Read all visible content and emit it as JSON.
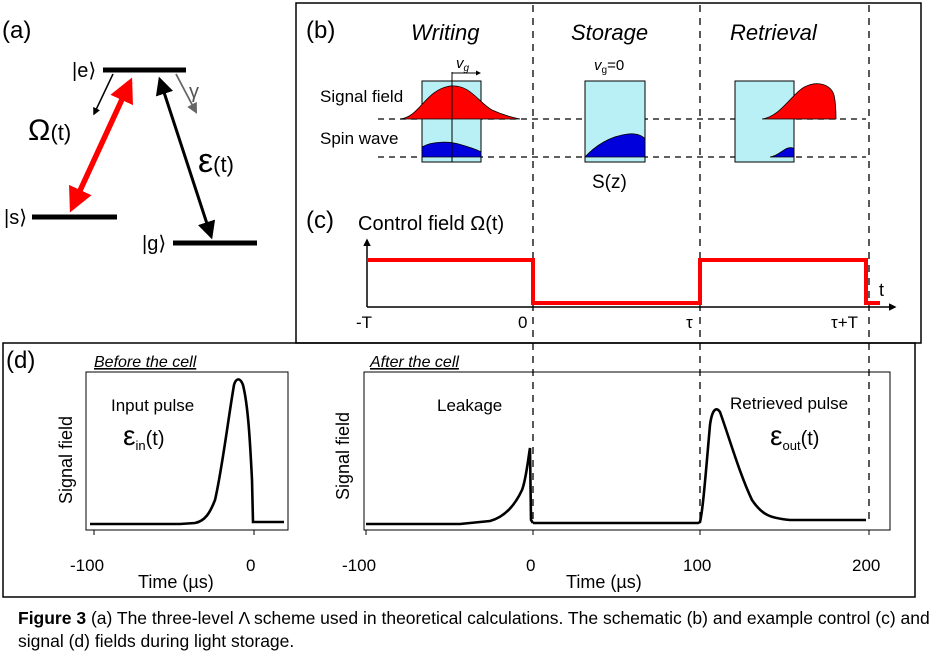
{
  "panel_a": {
    "label": "(a)",
    "level_e": "|e⟩",
    "level_s": "|s⟩",
    "level_g": "|g⟩",
    "decay": "γ",
    "control_sym": "Ω",
    "control_arg": "(t)",
    "signal_sym": "ε",
    "signal_arg": "(t)",
    "colors": {
      "control": "#ff0000",
      "signal": "#000000",
      "decay": "#666666"
    }
  },
  "panel_b": {
    "label": "(b)",
    "stages": [
      "Writing",
      "Storage",
      "Retrieval"
    ],
    "vg_label": "v",
    "vg_sub": "g",
    "vg_zero_sub": "g",
    "vg_zero_rest": "=0",
    "signal_label": "Signal field",
    "spin_label": "Spin wave",
    "sz_label": "S(z)",
    "colors": {
      "cell": "#b9f0f5",
      "signal": "#ff0000",
      "spin": "#0000dd"
    }
  },
  "panel_c": {
    "label": "(c)",
    "title": "Control field Ω(t)",
    "ticks": [
      "-T",
      "0",
      "τ",
      "τ+T"
    ],
    "axis_label": "t",
    "control_data": {
      "type": "line",
      "levels": [
        {
          "from": "-T",
          "to": "0",
          "state": "on"
        },
        {
          "from": "0",
          "to": "τ",
          "state": "off"
        },
        {
          "from": "τ",
          "to": "τ+T",
          "state": "on"
        }
      ],
      "color": "#ff0000"
    }
  },
  "panel_d": {
    "label": "(d)",
    "left": {
      "subtitle": "Before the cell",
      "ylabel": "Signal field",
      "xlabel": "Time (µs)",
      "ticks": [
        "-100",
        "0"
      ],
      "pulse_label": "Input pulse",
      "eps": "ε",
      "eps_sub": "in",
      "eps_arg": "(t)"
    },
    "right": {
      "subtitle": "After the cell",
      "ylabel": "Signal field",
      "xlabel": "Time (µs)",
      "ticks": [
        "-100",
        "0",
        "100",
        "200"
      ],
      "leak_label": "Leakage",
      "retrieved_label": "Retrieved pulse",
      "eps": "ε",
      "eps_sub": "out",
      "eps_arg": "(t)"
    }
  },
  "caption": {
    "bold": "Figure 3",
    "text": " (a) The three-level Λ scheme used in theoretical calculations. The schematic (b) and example control (c) and signal (d) fields during light storage."
  }
}
